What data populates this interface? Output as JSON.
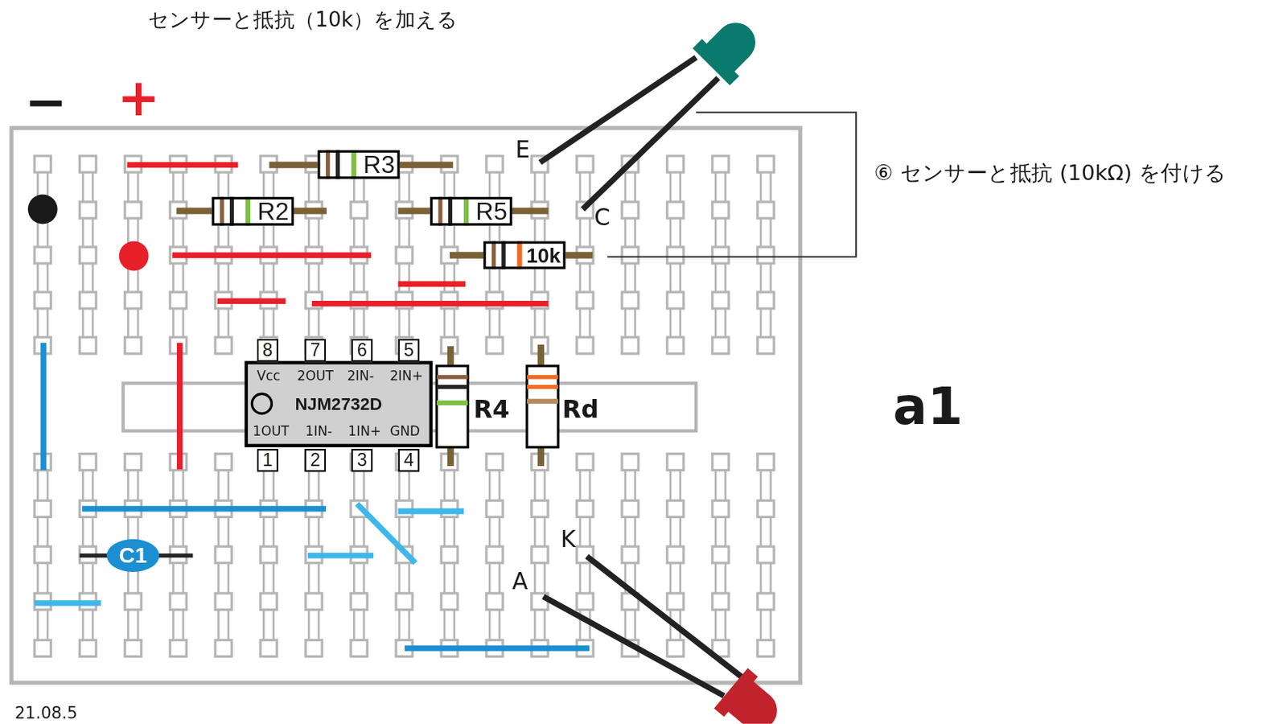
{
  "diagram": {
    "nodes": [
      {
        "text": [
          "R3"
        ]
      },
      {
        "text": [
          "R2"
        ]
      },
      {
        "text": [
          "R5"
        ]
      },
      {
        "text": [
          "10k"
        ]
      },
      {
        "text": [
          "NJM2732D"
        ]
      },
      {
        "text": [
          "C1"
        ]
      }
    ],
    "labels": [
      "センサーと抵抗（10k）を加える",
      "−",
      "+",
      "E",
      "C",
      "⑥ センサーと抵抗 (10kΩ) を付ける",
      "8",
      "7",
      "6",
      "5",
      "Vcc",
      "2OUT",
      "2IN-",
      "2IN+",
      "1OUT",
      "1IN-",
      "1IN+",
      "GND",
      "1",
      "2",
      "3",
      "4",
      "R4",
      "Rd",
      "a1",
      "K",
      "A",
      "21.08.5"
    ]
  }
}
